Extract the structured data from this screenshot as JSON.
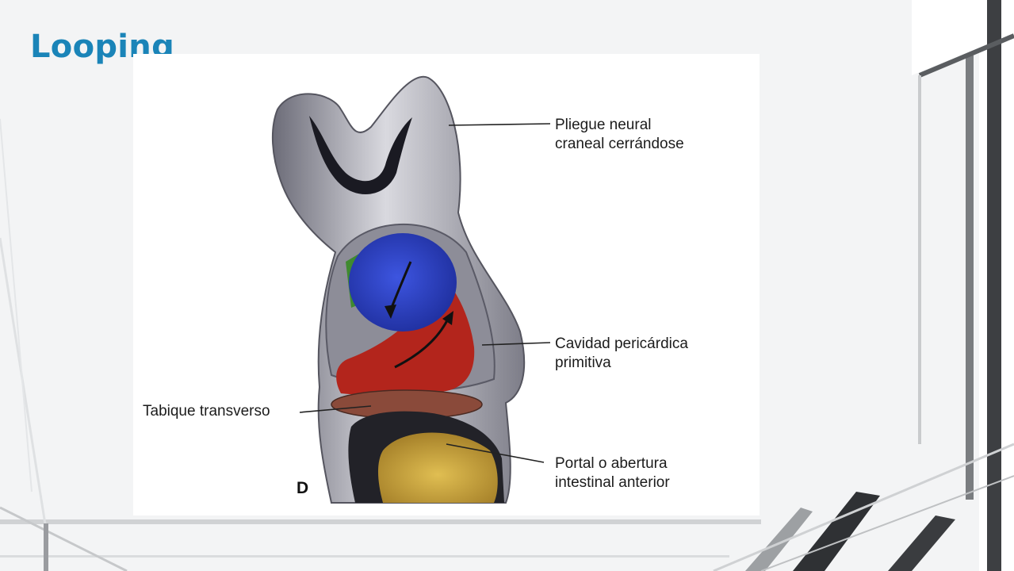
{
  "slide": {
    "title": "Looping"
  },
  "figure": {
    "panel_letter": "D",
    "labels": {
      "neural_fold": {
        "line1": "Pliegue neural",
        "line2": "craneal cerrándose"
      },
      "pericardial_cavity": {
        "line1": "Cavidad pericárdica",
        "line2": "primitiva"
      },
      "septum_transversum": {
        "line1": "Tabique transverso"
      },
      "intestinal_portal": {
        "line1": "Portal o abertura",
        "line2": "intestinal anterior"
      }
    },
    "colors": {
      "heart_blue": "#2e43c9",
      "heart_red": "#b3251c",
      "heart_green": "#3f8a2f",
      "septum_brown": "#8a4a3a",
      "yolk_yellow": "#c9a23a",
      "embryo_gray": "#8a8a95",
      "title_blue": "#1a84b8"
    }
  }
}
